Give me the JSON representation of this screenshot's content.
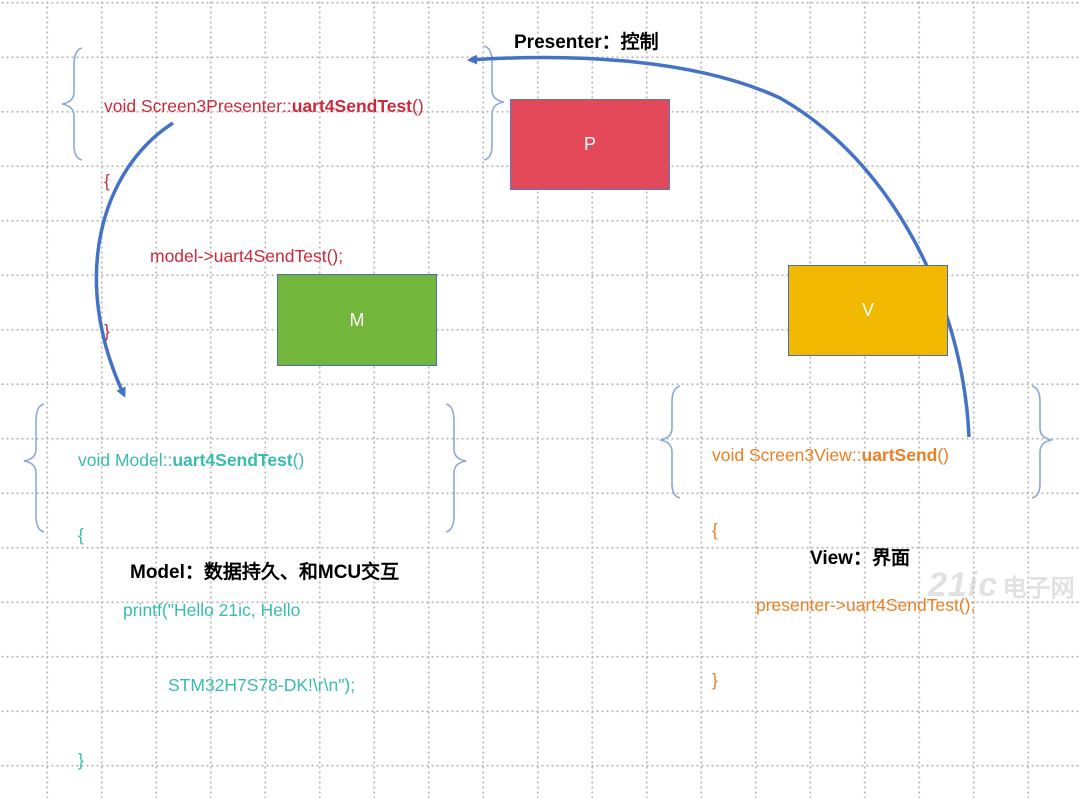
{
  "presenter": {
    "heading": "Presenter：控制",
    "box_label": "P",
    "code": {
      "sig_prefix": "void Screen3Presenter::",
      "sig_method": "uart4SendTest",
      "sig_suffix": "()",
      "open_brace": "{",
      "body": "model->uart4SendTest();",
      "close_brace": "}"
    }
  },
  "model": {
    "heading": "Model：数据持久、和MCU交互",
    "box_label": "M",
    "code": {
      "sig_prefix": "void Model::",
      "sig_method": "uart4SendTest",
      "sig_suffix": "()",
      "open_brace": "{",
      "body_line1": "printf(\"Hello 21ic, Hello",
      "body_line2": "STM32H7S78-DK!\\r\\n\");",
      "close_brace": "}"
    }
  },
  "view": {
    "heading": "View：界面",
    "box_label": "V",
    "code": {
      "sig_prefix": "void Screen3View::",
      "sig_method": "uartSend",
      "sig_suffix": "()",
      "open_brace": "{",
      "body": "presenter->uart4SendTest();",
      "close_brace": "}"
    }
  },
  "watermark": {
    "text_a": "21ic",
    "text_b": "电子网"
  },
  "colors": {
    "presenter_box": "#e4495a",
    "model_box": "#72b73b",
    "view_box": "#f1b800",
    "arrow": "#4472c4",
    "brace": "#8fa8d6"
  }
}
